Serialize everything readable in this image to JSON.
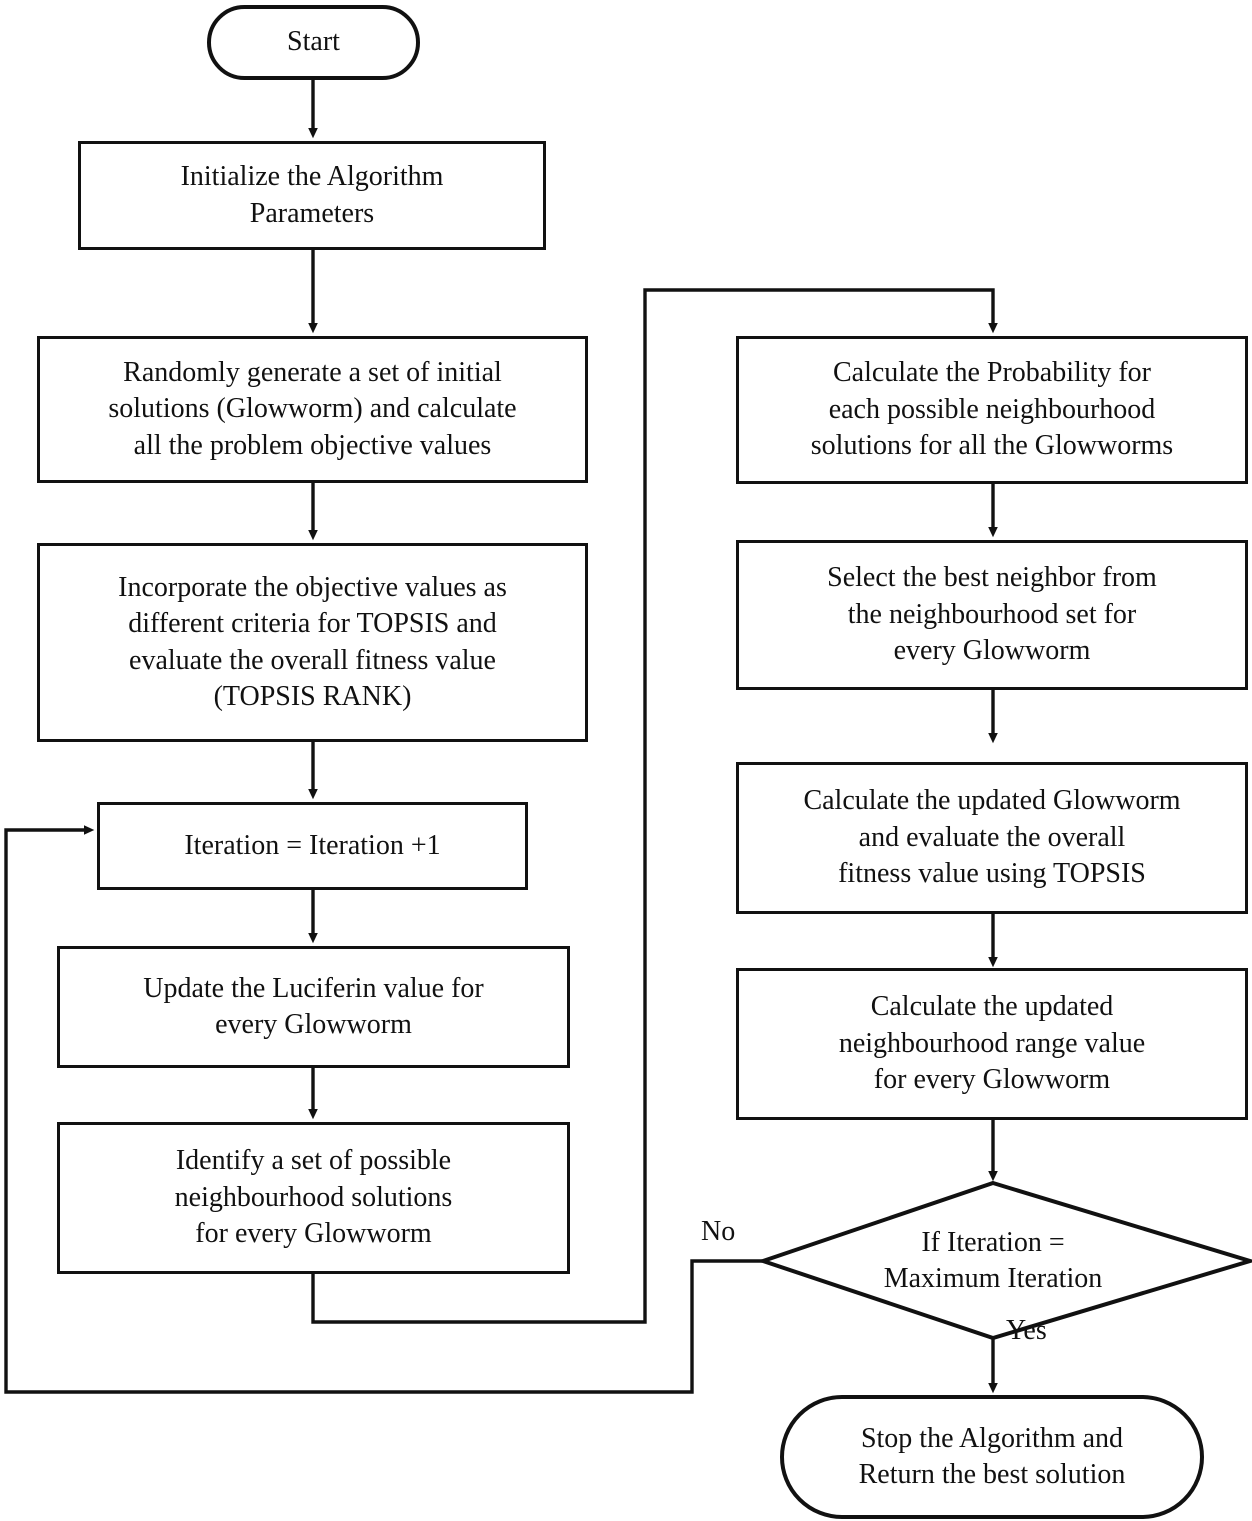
{
  "diagram": {
    "title_text": "",
    "type": "flowchart",
    "stroke_color": "#111111",
    "fill_color": "#ffffff",
    "nodes": {
      "start": {
        "label": "Start",
        "shape": "terminator"
      },
      "initialize": {
        "label": "Initialize the Algorithm\nParameters",
        "shape": "process"
      },
      "random_generate": {
        "label": "Randomly generate a set of initial\nsolutions (Glowworm) and calculate\nall the problem objective values",
        "shape": "process"
      },
      "incorporate": {
        "label": "Incorporate the objective values as\ndifferent criteria for TOPSIS and\nevaluate the overall fitness value\n(TOPSIS RANK)",
        "shape": "process"
      },
      "iteration_increment": {
        "label": "Iteration = Iteration +1",
        "shape": "process"
      },
      "update_luciferin": {
        "label": "Update the Luciferin value for\nevery Glowworm",
        "shape": "process"
      },
      "identify_neighbourhood": {
        "label": "Identify a set of possible\nneighbourhood solutions\nfor every Glowworm",
        "shape": "process"
      },
      "calc_probability": {
        "label": "Calculate the Probability for\neach possible neighbourhood\nsolutions for all the Glowworms",
        "shape": "process"
      },
      "select_best_neighbor": {
        "label": "Select the best neighbor from\nthe neighbourhood set for\nevery Glowworm",
        "shape": "process"
      },
      "calc_updated_glowworm": {
        "label": "Calculate the updated Glowworm\nand evaluate the overall\nfitness value using TOPSIS",
        "shape": "process"
      },
      "calc_updated_range": {
        "label": "Calculate the updated\nneighbourhood range value\nfor every Glowworm",
        "shape": "process"
      },
      "decision_max_iteration": {
        "label": "If Iteration =\nMaximum Iteration",
        "shape": "decision"
      },
      "stop": {
        "label": "Stop the Algorithm and\nReturn the best solution",
        "shape": "terminator"
      }
    },
    "edge_labels": {
      "no": "No",
      "yes": "Yes"
    }
  }
}
